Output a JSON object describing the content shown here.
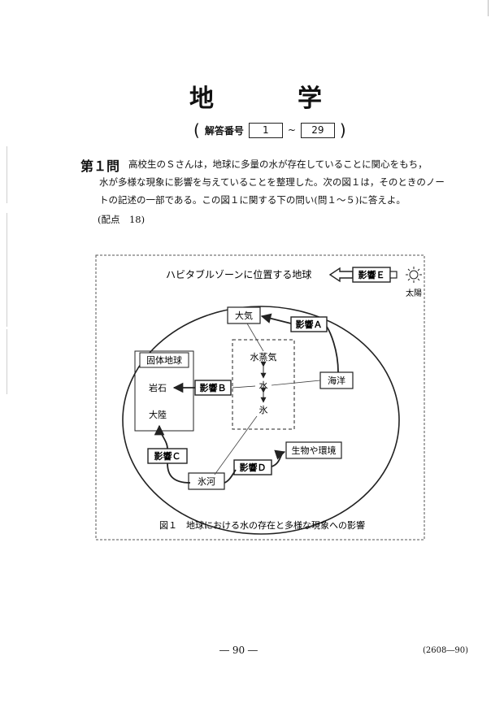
{
  "header": {
    "title_left": "地",
    "title_right": "学",
    "answer_range": {
      "paren_open": "(",
      "label": "解答番号",
      "from": "1",
      "tilde": "~",
      "to": "29",
      "paren_close": ")"
    }
  },
  "question": {
    "label": "第１問",
    "line1": "高校生のＳさんは，地球に多量の水が存在していることに関心をもち，",
    "line2": "水が多様な現象に影響を与えていることを整理した。次の図１は，そのときのノー",
    "line3": "トの記述の一部である。この図１に関する下の問い(問１～５)に答えよ。",
    "points": "(配点　18)"
  },
  "figure": {
    "heading": "ハビタブルゾーンに位置する地球",
    "sun_label": "太陽",
    "caption": "図１　地球における水の存在と多様な現象への影響",
    "nodes": {
      "atmosphere": "大気",
      "solid_earth": "固体地球",
      "rock": "岩石",
      "continent": "大陸",
      "water_vapor": "水蒸気",
      "water": "水",
      "ice": "氷",
      "ocean": "海洋",
      "glacier": "氷河",
      "biology": "生物や環境"
    },
    "effects": {
      "a": "影響Ａ",
      "b": "影響Ｂ",
      "c": "影響Ｃ",
      "d": "影響Ｄ",
      "e": "影響Ｅ"
    }
  },
  "footer": {
    "page_number": "― 90 ―",
    "page_code": "(2608―90)"
  }
}
